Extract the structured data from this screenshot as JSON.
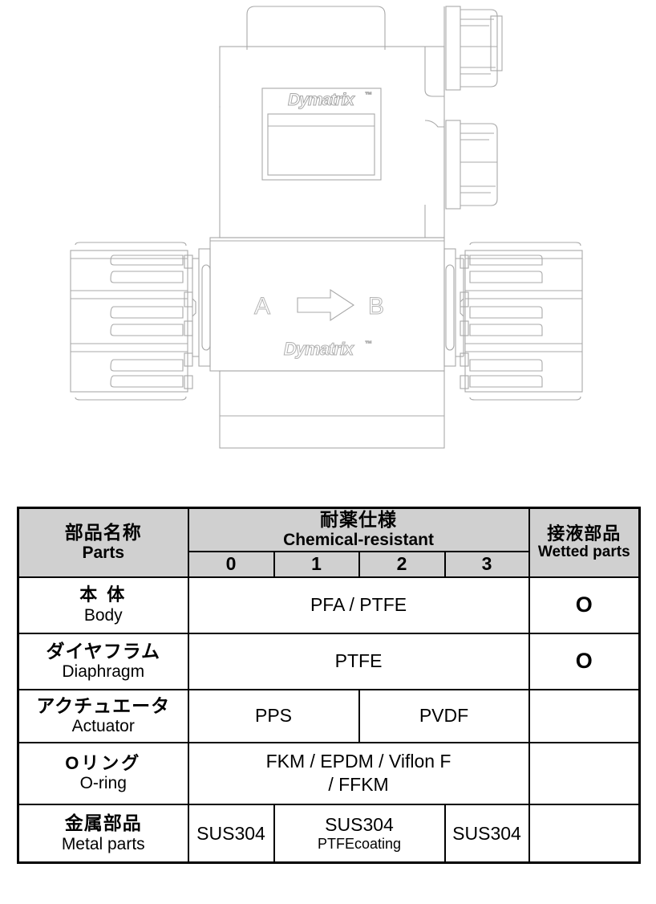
{
  "drawing": {
    "product_logo": "Dymatrix",
    "trademark": "™",
    "port_in_label": "A",
    "port_out_label": "B",
    "flow_arrow": "flow-arrow-right",
    "line_color": "#a8a8a8"
  },
  "table": {
    "header": {
      "parts_jp": "部品名称",
      "parts_en": "Parts",
      "chemical_jp": "耐薬仕様",
      "chemical_en": "Chemical-resistant",
      "wetted_jp": "接液部品",
      "wetted_en": "Wetted parts",
      "grades": [
        "0",
        "1",
        "2",
        "3"
      ],
      "background": "#d0d0d0"
    },
    "rows": [
      {
        "name_jp": "本 体",
        "name_en": "Body",
        "cells": [
          {
            "text": "PFA / PTFE",
            "span": 4
          }
        ],
        "wetted": "O"
      },
      {
        "name_jp": "ダイヤフラム",
        "name_en": "Diaphragm",
        "cells": [
          {
            "text": "PTFE",
            "span": 4
          }
        ],
        "wetted": "O"
      },
      {
        "name_jp": "アクチュエータ",
        "name_en": "Actuator",
        "cells": [
          {
            "text": "PPS",
            "span": 2
          },
          {
            "text": "PVDF",
            "span": 2
          }
        ],
        "wetted": ""
      },
      {
        "name_jp": "Oリング",
        "name_en": "O-ring",
        "cells": [
          {
            "text": "FKM / EPDM / Viflon F",
            "text2": "/ FFKM",
            "span": 4
          }
        ],
        "wetted": ""
      },
      {
        "name_jp": "金属部品",
        "name_en": "Metal parts",
        "cells": [
          {
            "text": "SUS304",
            "span": 1
          },
          {
            "text": "SUS304",
            "sub": "PTFEcoating",
            "span": 2
          },
          {
            "text": "SUS304",
            "span": 1
          }
        ],
        "wetted": ""
      }
    ]
  }
}
